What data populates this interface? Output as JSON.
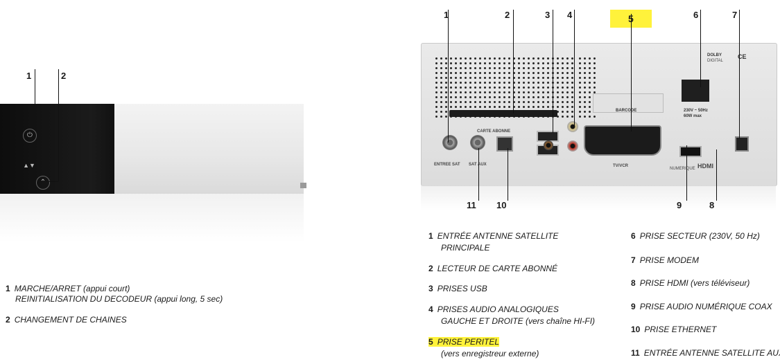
{
  "front": {
    "callouts": [
      "1",
      "2"
    ]
  },
  "back": {
    "callouts_top": [
      "1",
      "2",
      "3",
      "4",
      "5",
      "6",
      "7"
    ],
    "callouts_bottom": [
      "11",
      "10",
      "9",
      "8"
    ],
    "port_labels": {
      "sat": "ENTREE SAT",
      "sat_aux": "SAT AUX",
      "carte_abonne": "CARTE ABONNE",
      "tv_vcr": "TV/VCR",
      "hdmi": "HDMI",
      "numerique": "NUMERIQUE",
      "barcode": "BARCODE",
      "power": "230V ~ 50Hz",
      "power_w": "60W max",
      "dolby": "DOLBY",
      "dolby_sub": "DIGITAL",
      "ce": "CE"
    }
  },
  "legend_front": [
    {
      "num": "1",
      "text": "MARCHE/ARRET",
      "note": "(appui court)"
    },
    {
      "num": "",
      "text": "REINITIALISATION DU DECODEUR",
      "note": "(appui long, 5 sec)"
    },
    {
      "num": "2",
      "text": "CHANGEMENT DE CHAINES",
      "note": ""
    }
  ],
  "legend_back_left": [
    {
      "num": "1",
      "line1": "ENTRÉE ANTENNE SATELLITE",
      "line2": "PRINCIPALE"
    },
    {
      "num": "2",
      "line1": "LECTEUR DE CARTE ABONNÉ",
      "line2": ""
    },
    {
      "num": "3",
      "line1": "PRISES USB",
      "line2": ""
    },
    {
      "num": "4",
      "line1": "PRISES AUDIO ANALOGIQUES",
      "line2": "GAUCHE ET DROITE (vers chaîne HI-FI)"
    },
    {
      "num": "5",
      "line1": "PRISE PERITEL",
      "line2": "(vers enregistreur externe)"
    }
  ],
  "legend_back_right": [
    {
      "num": "6",
      "text": "PRISE SECTEUR (230V, 50 Hz)"
    },
    {
      "num": "7",
      "text": "PRISE MODEM"
    },
    {
      "num": "8",
      "text": "PRISE HDMI (vers téléviseur)"
    },
    {
      "num": "9",
      "text": "PRISE AUDIO NUMÉRIQUE COAX"
    },
    {
      "num": "10",
      "text": "PRISE ETHERNET"
    },
    {
      "num": "11",
      "text": "ENTRÉE ANTENNE SATELLITE AUX"
    }
  ],
  "colors": {
    "highlight": "#fff23b"
  }
}
